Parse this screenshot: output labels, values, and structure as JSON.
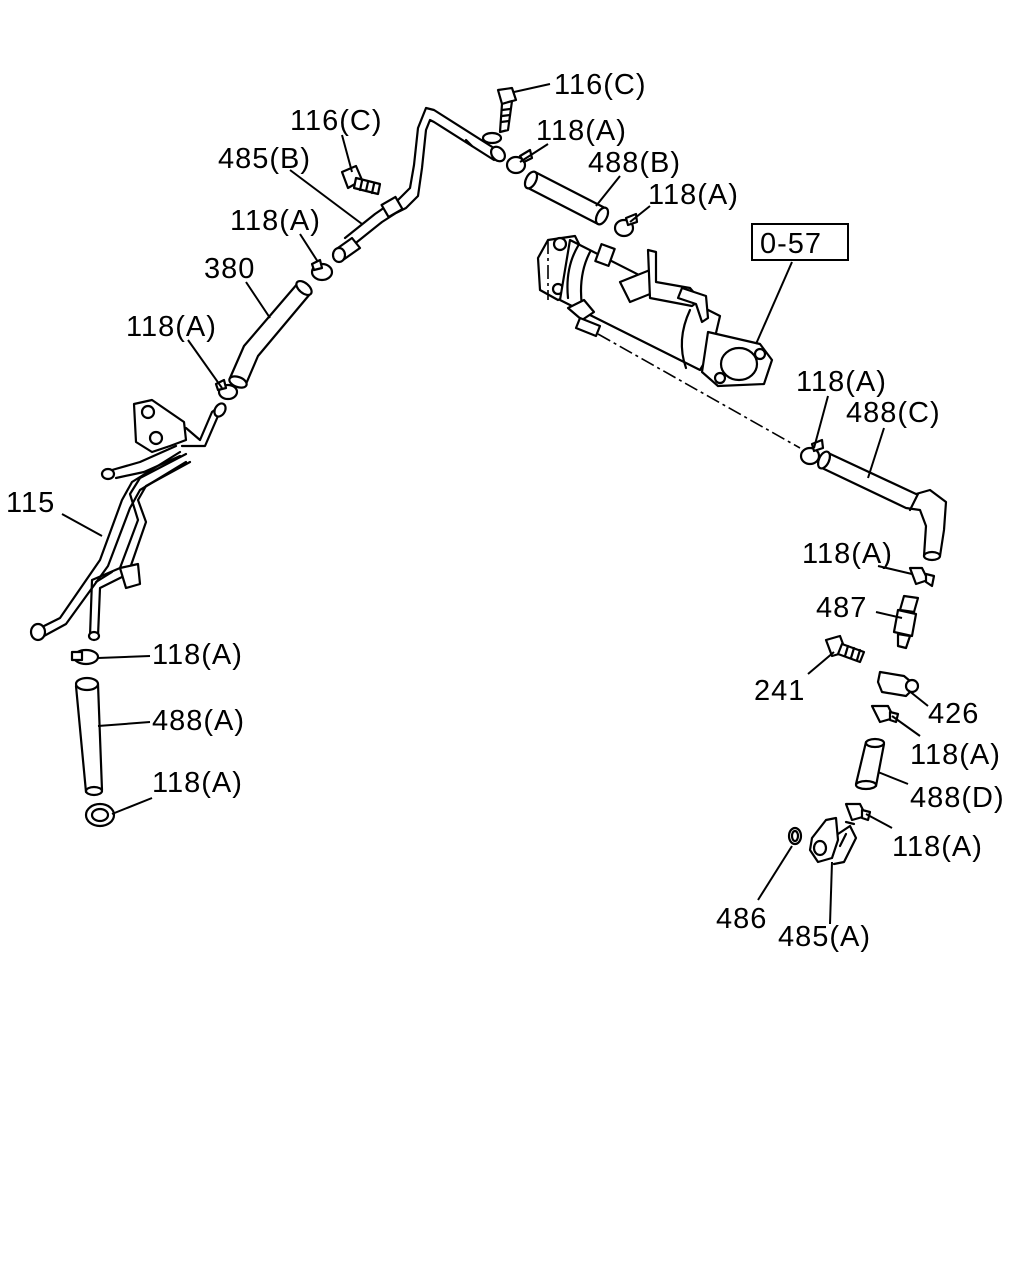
{
  "labels": {
    "l116c_top": "116(C)",
    "l116c_left": "116(C)",
    "l118a_top": "118(A)",
    "l485b": "485(B)",
    "l488b": "488(B)",
    "l118a_b": "118(A)",
    "l118a_c": "118(A)",
    "l057": "0-57",
    "l380": "380",
    "l118a_d": "118(A)",
    "l118a_e": "118(A)",
    "l488c": "488(C)",
    "l115": "115",
    "l118a_f": "118(A)",
    "l487": "487",
    "l118a_g": "118(A)",
    "l241": "241",
    "l426": "426",
    "l488a": "488(A)",
    "l118a_h": "118(A)",
    "l118a_i": "118(A)",
    "l488d": "488(D)",
    "l118a_j": "118(A)",
    "l486": "486",
    "l485a": "485(A)"
  }
}
